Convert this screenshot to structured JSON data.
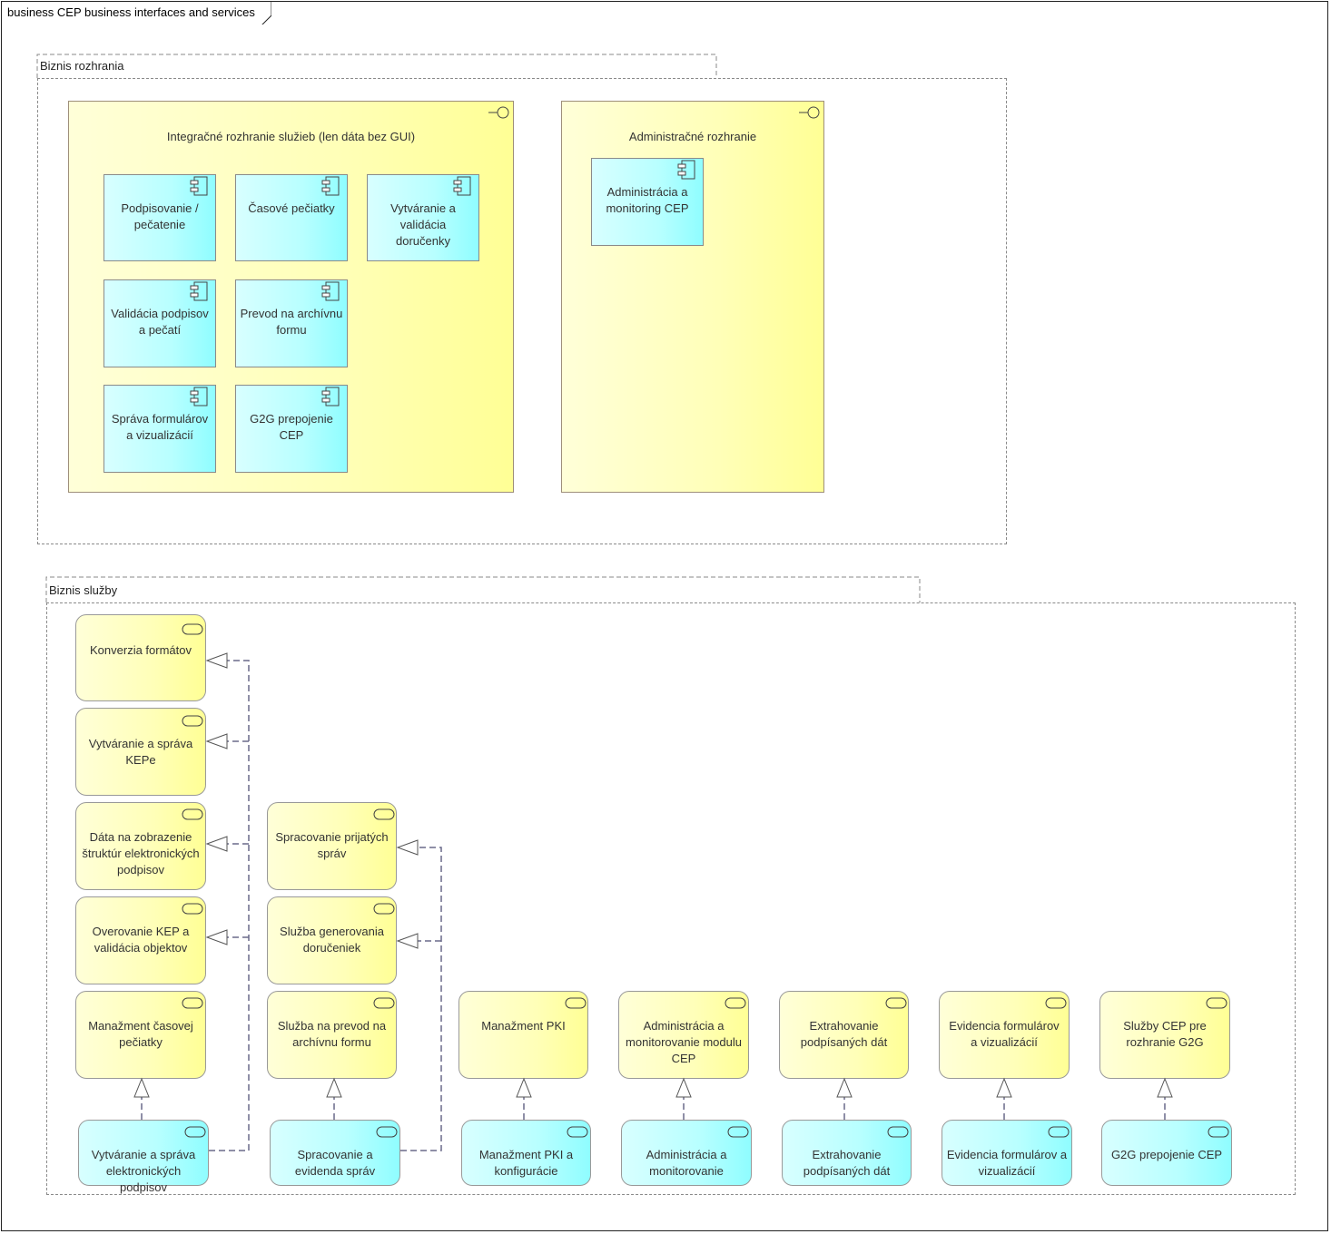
{
  "frame": {
    "title": "business CEP business interfaces and services"
  },
  "packages": {
    "interfaces": {
      "label": "Biznis rozhrania"
    },
    "services": {
      "label": "Biznis služby"
    }
  },
  "interfaces": {
    "integration": {
      "title": "Integračné rozhranie služieb (len dáta bez GUI)",
      "components": [
        "Podpisovanie / pečatenie",
        "Časové pečiatky",
        "Vytváranie a validácia doručenky",
        "Validácia podpisov a pečatí",
        "Prevod na archívnu formu",
        "Správa formulárov a vizualizácií",
        "G2G prepojenie CEP"
      ]
    },
    "admin": {
      "title": "Administračné rozhranie",
      "components": [
        "Administrácia a monitoring CEP"
      ]
    }
  },
  "services": {
    "col1": [
      "Konverzia formátov",
      "Vytváranie a správa KEPe",
      "Dáta na zobrazenie štruktúr elektronických podpisov",
      "Overovanie KEP a validácia objektov",
      "Manažment časovej pečiatky"
    ],
    "col2": [
      "Spracovanie prijatých správ",
      "Služba generovania doručeniek",
      "Služba na prevod na archívnu formu"
    ],
    "row": [
      "Manažment PKI",
      "Administrácia a monitorovanie modulu CEP",
      "Extrahovanie podpísaných dát",
      "Evidencia formulárov a vizualizácií",
      "Služby CEP pre rozhranie G2G"
    ]
  },
  "app_services": [
    "Vytváranie a správa elektronických podpisov",
    "Spracovanie a evidenda správ",
    "Manažment PKI a konfigurácie",
    "Administrácia a monitorovanie",
    "Extrahovanie podpísaných dát",
    "Evidencia formulárov a vizualizácií",
    "G2G prepojenie CEP"
  ]
}
